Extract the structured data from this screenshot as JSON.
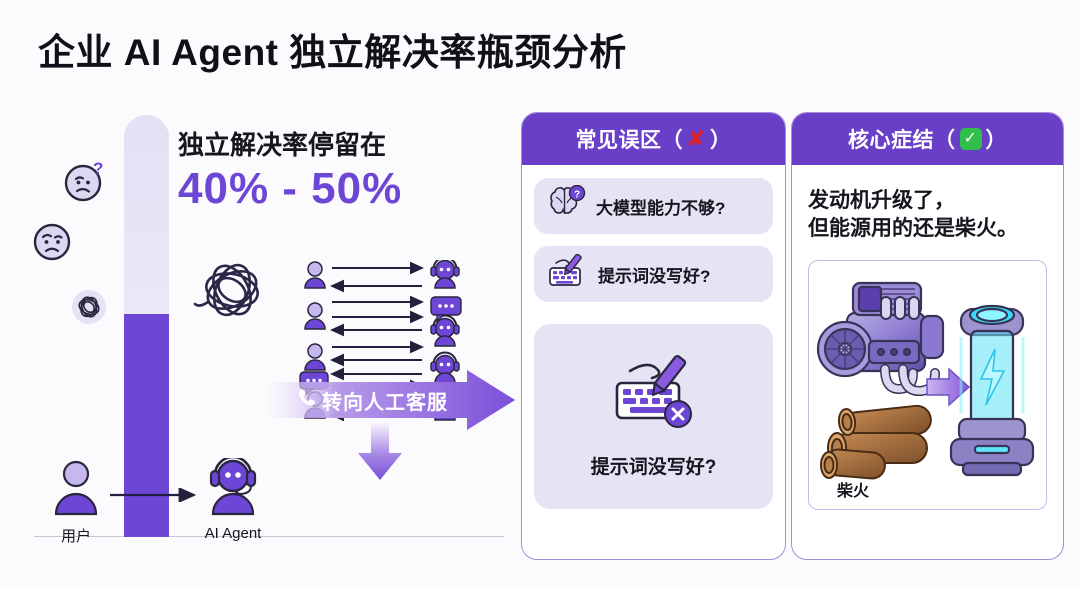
{
  "page": {
    "title": "企业 AI Agent 独立解决率瓶颈分析",
    "background_color": "#FBFAFC",
    "accent_purple": "#6D46D6",
    "header_purple": "#6A3FC7",
    "pill_bg": "#E6E3F4"
  },
  "left_panel": {
    "stat_label": "独立解决率停留在",
    "stat_value": "40% - 50%",
    "gauge": {
      "fill_percent": 47,
      "fill_color": "#6D46D6",
      "track_color": "#E9E6F7"
    },
    "actors": [
      {
        "id": "user",
        "label": "用户",
        "icon": "person-icon"
      },
      {
        "id": "agent",
        "label": "AI Agent",
        "icon": "headset-bot-icon"
      }
    ],
    "emojis": [
      {
        "name": "confused-face-icon",
        "badge": "?"
      },
      {
        "name": "frowning-face-icon",
        "badge": ""
      },
      {
        "name": "tangled-scribble-icon",
        "badge": ""
      }
    ],
    "conversation": {
      "user_count": 4,
      "bot_count": 4,
      "arrow_count": 9,
      "chat_bubbles": 2
    },
    "banner": {
      "text": "转向人工客服",
      "icon": "phone-icon",
      "color": "#8A5BE0"
    }
  },
  "cards": [
    {
      "id": "mistakes",
      "header_title": "常见误区（",
      "header_mark": "x",
      "header_title_tail": "）",
      "items": [
        {
          "label": "大模型能力不够?",
          "icon": "brain-question-icon"
        },
        {
          "label": "提示词没写好?",
          "icon": "keyboard-pen-icon"
        }
      ],
      "highlight": {
        "label": "提示词没写好?",
        "icon": "keyboard-pen-x-icon"
      }
    },
    {
      "id": "core",
      "header_title": "核心症结（",
      "header_mark": "check",
      "header_title_tail": "）",
      "body_lines": [
        "发动机升级了，",
        "但能源用的还是柴火。"
      ],
      "illustration": {
        "caption": "柴火",
        "parts": [
          "engine-icon",
          "firewood-logs-icon",
          "arrow-right-icon",
          "energy-cylinder-icon"
        ]
      }
    }
  ]
}
